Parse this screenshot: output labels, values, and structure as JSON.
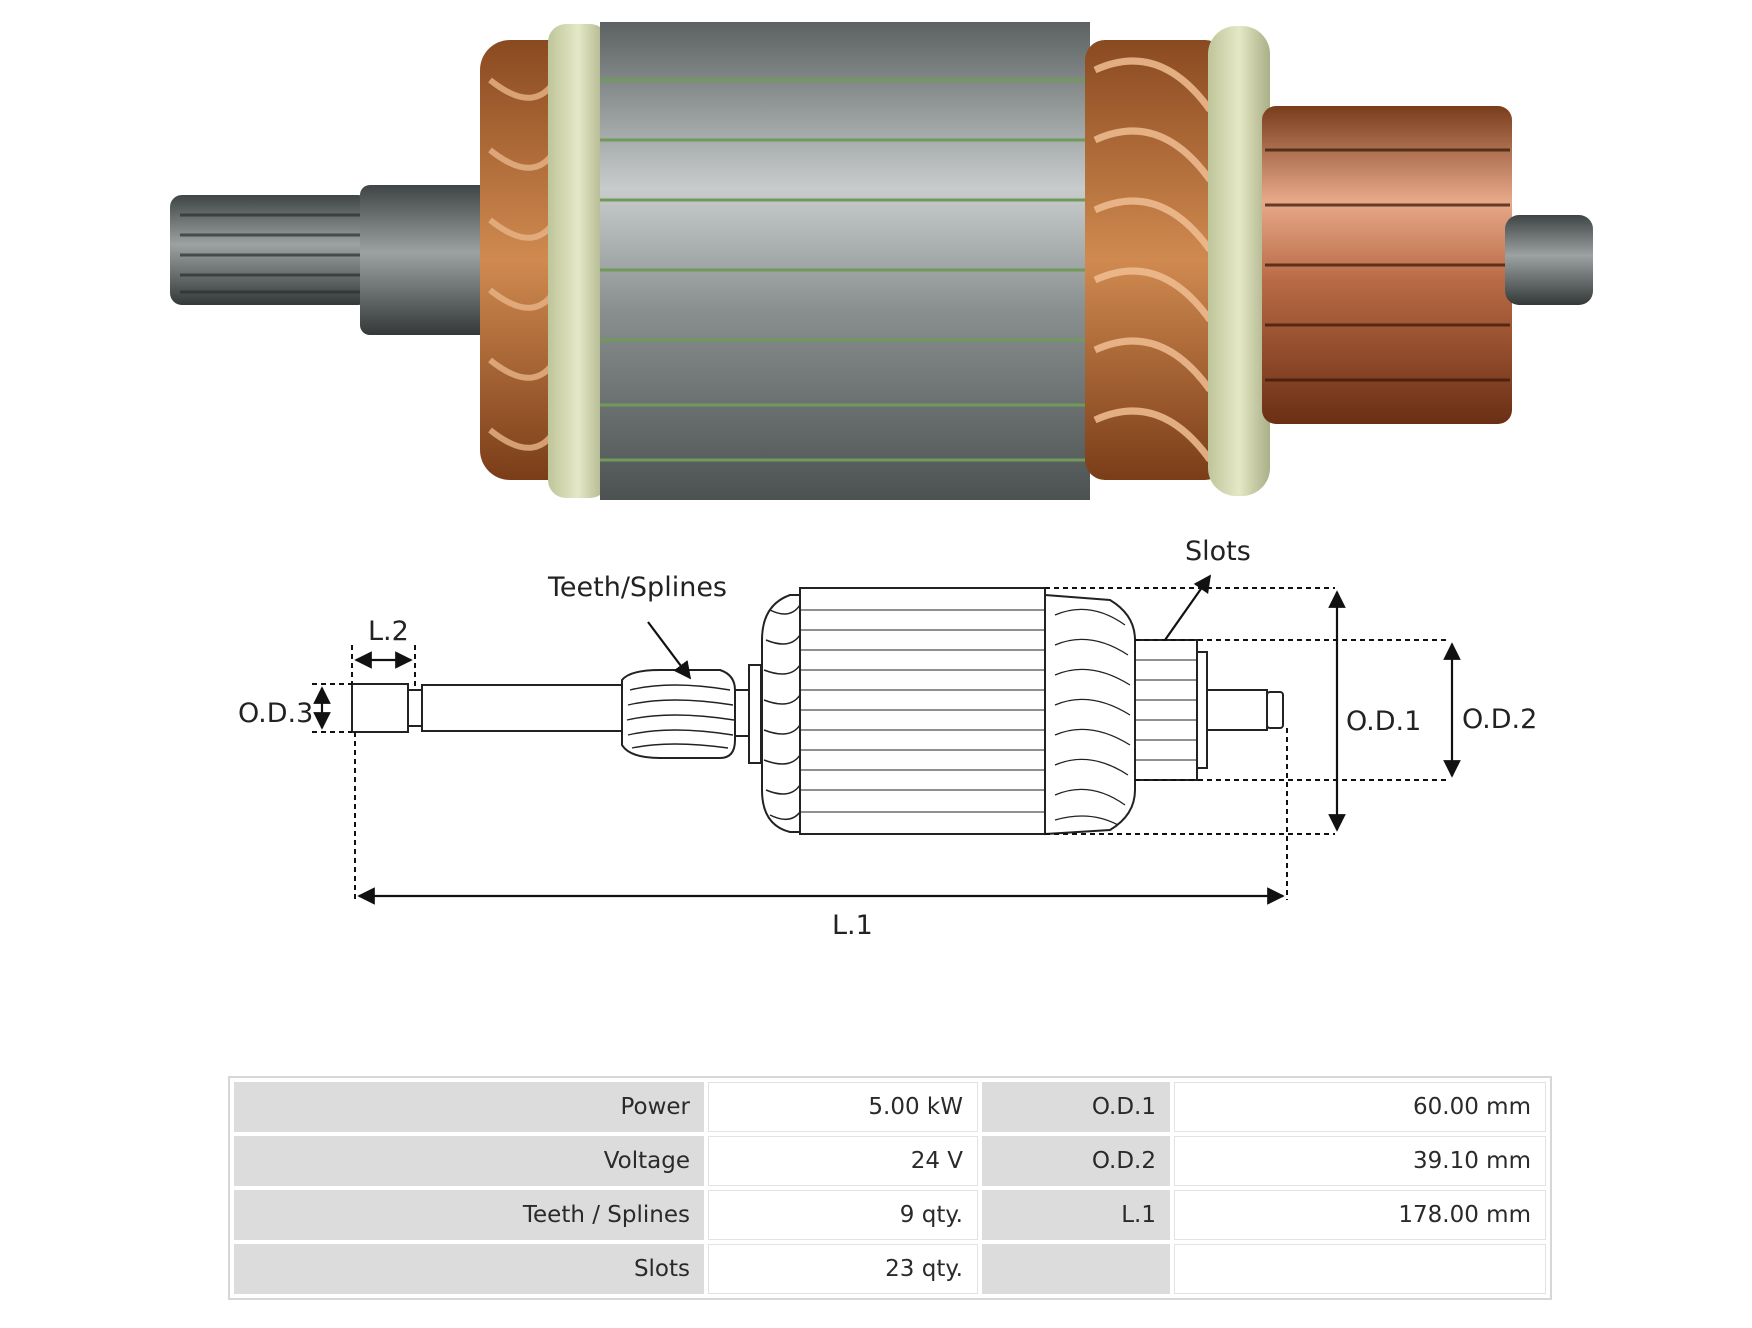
{
  "diagram": {
    "callouts": {
      "teeth_splines": "Teeth/Splines",
      "slots": "Slots",
      "l1": "L.1",
      "l2": "L.2",
      "od1": "O.D.1",
      "od2": "O.D.2",
      "od3": "O.D.3"
    }
  },
  "specs": {
    "rows": [
      {
        "k1": "Power",
        "v1": "5.00 kW",
        "k2": "O.D.1",
        "v2": "60.00 mm"
      },
      {
        "k1": "Voltage",
        "v1": "24 V",
        "k2": "O.D.2",
        "v2": "39.10 mm"
      },
      {
        "k1": "Teeth / Splines",
        "v1": "9 qty.",
        "k2": "L.1",
        "v2": "178.00 mm"
      },
      {
        "k1": "Slots",
        "v1": "23 qty.",
        "k2": "",
        "v2": ""
      }
    ]
  },
  "colors": {
    "copper": "#b87333",
    "steel": "#9aa0a0",
    "insulator": "#c9cfa8",
    "table_key_bg": "#dcdcdc"
  }
}
